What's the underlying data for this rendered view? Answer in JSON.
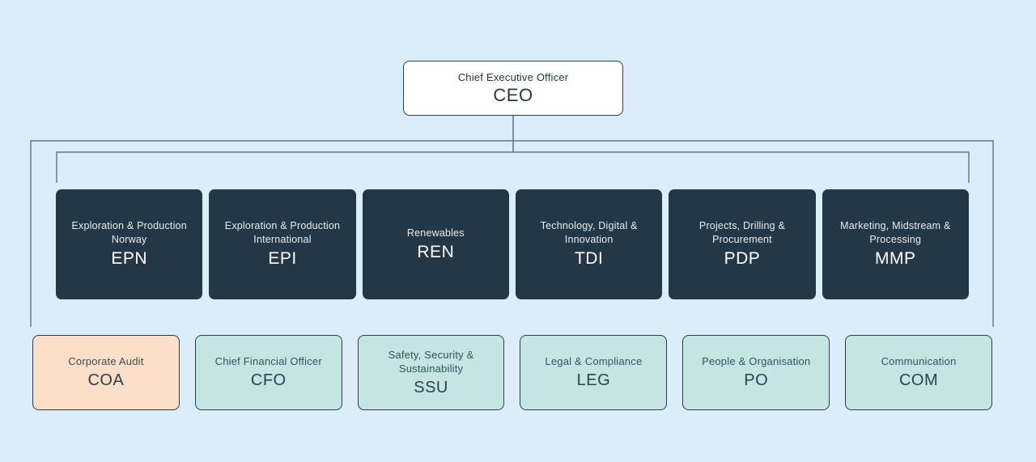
{
  "palette": {
    "background": "#daedf8",
    "division_box": "#243746",
    "division_text": "#ffffff",
    "staff_box": "#c4e5e2",
    "staff_text": "#24505a",
    "audit_box": "#fbdfc8",
    "audit_text": "#3a434c",
    "ceo_box": "#ffffff",
    "ceo_text": "#243746",
    "connector_line": "#4e6170"
  },
  "ceo": {
    "title": "Chief Executive Officer",
    "code": "CEO"
  },
  "divisions": [
    {
      "title": "Exploration & Production Norway",
      "code": "EPN"
    },
    {
      "title": "Exploration & Production International",
      "code": "EPI"
    },
    {
      "title": "Renewables",
      "code": "REN"
    },
    {
      "title": "Technology, Digital & Innovation",
      "code": "TDI"
    },
    {
      "title": "Projects, Drilling & Procurement",
      "code": "PDP"
    },
    {
      "title": "Marketing, Midstream & Processing",
      "code": "MMP"
    }
  ],
  "staff_functions": [
    {
      "title": "Corporate Audit",
      "code": "COA",
      "highlight": true
    },
    {
      "title": "Chief Financial Officer",
      "code": "CFO",
      "highlight": false
    },
    {
      "title": "Safety, Security & Sustainability",
      "code": "SSU",
      "highlight": false
    },
    {
      "title": "Legal & Compliance",
      "code": "LEG",
      "highlight": false
    },
    {
      "title": "People & Organisation",
      "code": "PO",
      "highlight": false
    },
    {
      "title": "Communication",
      "code": "COM",
      "highlight": false
    }
  ]
}
